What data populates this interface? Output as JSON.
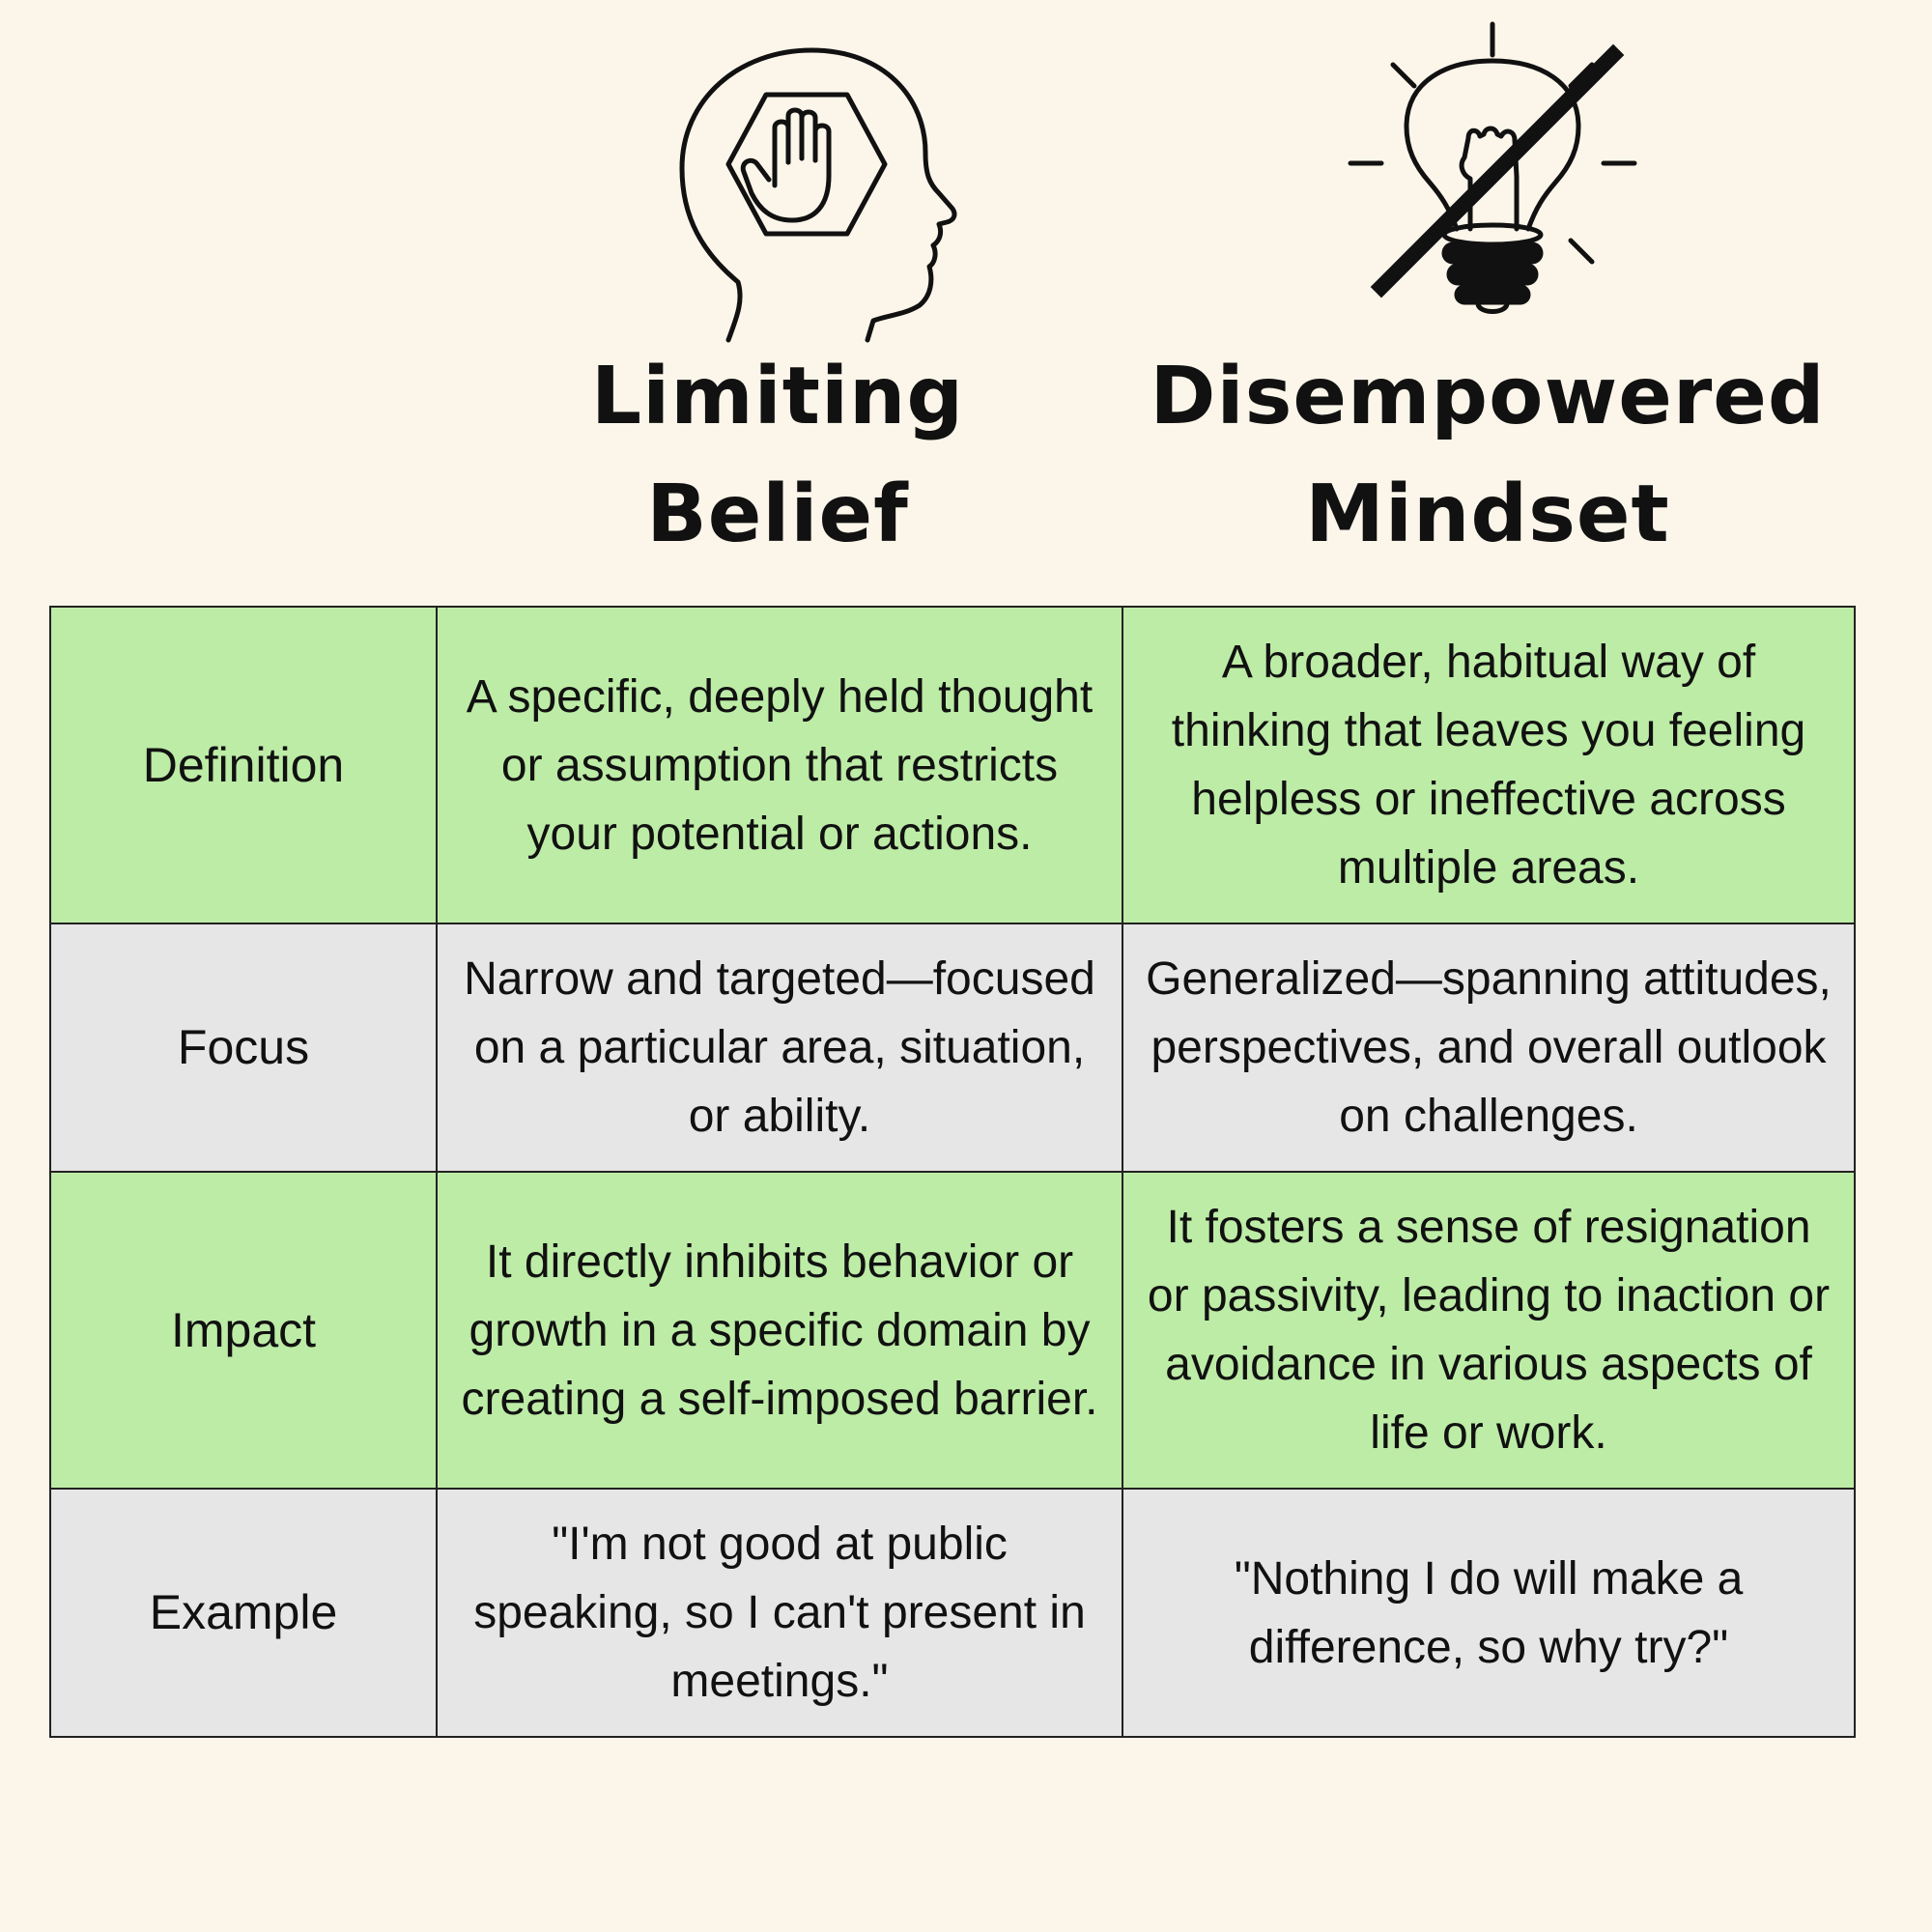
{
  "columns": [
    {
      "title_line1": "Limiting",
      "title_line2": "Belief",
      "icon": "head-stop-hand-icon"
    },
    {
      "title_line1": "Disempowered",
      "title_line2": "Mindset",
      "icon": "crossed-lightbulb-icon"
    }
  ],
  "rows": [
    {
      "label": "Definition",
      "limiting": "A specific, deeply held thought or assumption that restricts your potential or actions.",
      "disempowered": "A broader, habitual way of thinking that leaves you feeling helpless or ineffective across multiple areas."
    },
    {
      "label": "Focus",
      "limiting": "Narrow and targeted—focused on a particular area, situation, or ability.",
      "disempowered": "Generalized—spanning attitudes, perspectives, and overall outlook on challenges."
    },
    {
      "label": "Impact",
      "limiting": "It directly inhibits behavior or growth in a specific domain by creating a self-imposed barrier.",
      "disempowered": "It fosters a sense of resignation or passivity, leading to inaction or avoidance in various aspects of life or work."
    },
    {
      "label": "Example",
      "limiting": "\"I'm not good at public speaking, so I can't present in meetings.\"",
      "disempowered": "\"Nothing I do will make a difference, so why try?\""
    }
  ],
  "colors": {
    "background": "#fcf6ea",
    "row_green": "#bdeca6",
    "row_grey": "#e6e6e6",
    "border": "#222222"
  }
}
